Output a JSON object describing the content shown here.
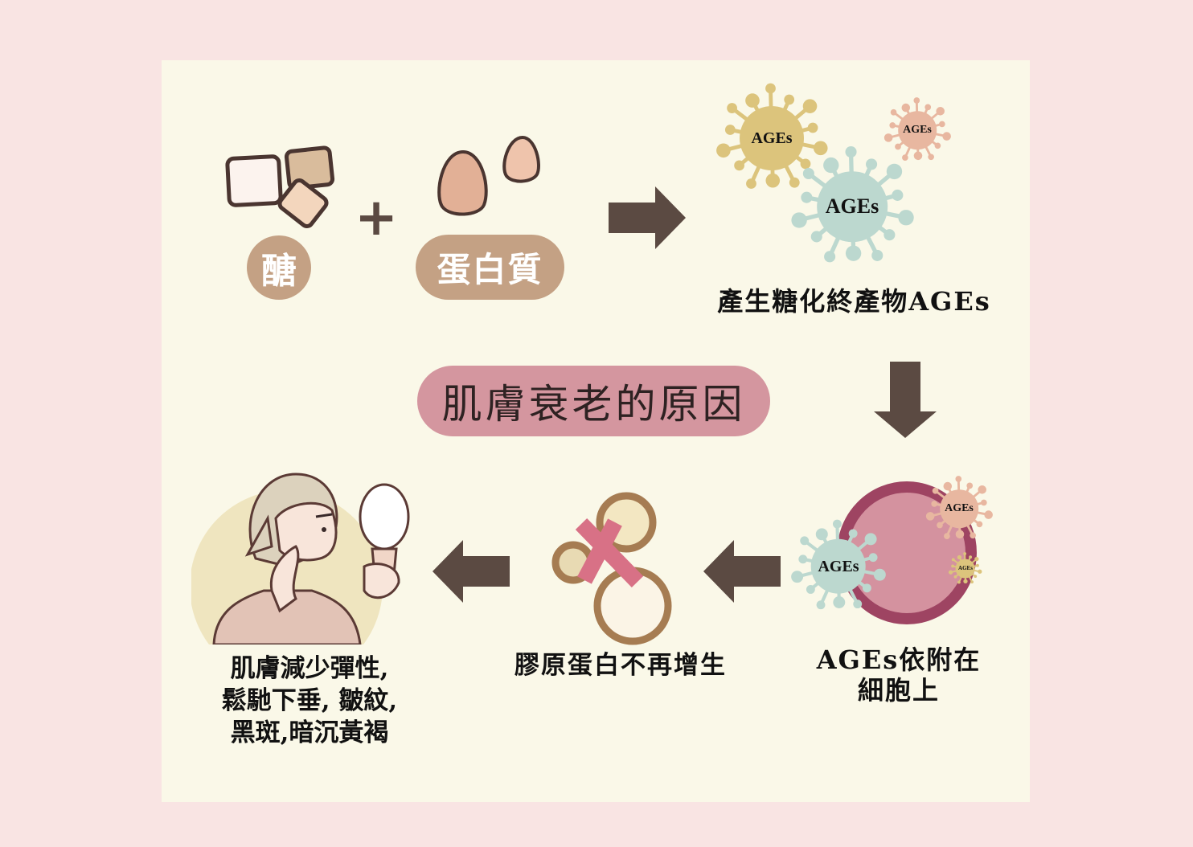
{
  "title": "肌膚衰老的原因",
  "ingredients": {
    "sugar_label": "醣",
    "protein_label": "蛋白質",
    "plus": "+"
  },
  "steps": [
    {
      "caption": "產生糖化終產物AGEs"
    },
    {
      "caption_lines": [
        "AGEs依附在",
        "細胞上"
      ]
    },
    {
      "caption": "膠原蛋白不再增生"
    },
    {
      "caption_lines": [
        "肌膚減少彈性,",
        "鬆馳下垂, 皺紋,",
        "黑斑,暗沉黃褐"
      ]
    }
  ],
  "virus_label": "AGEs",
  "colors": {
    "page_bg": "#f9e4e3",
    "card_bg": "#faf8e8",
    "pill_brown": "#c4a184",
    "title_pink": "#d4969f",
    "arrow": "#5b4a42",
    "virus_yellow": "#dcc47c",
    "virus_teal": "#bcd8cf",
    "virus_salmon": "#e8b7a0",
    "cell_fill": "#d4929f",
    "cell_border": "#9e4462",
    "collagen_ring": "#a67c52",
    "cross": "#d87186"
  }
}
